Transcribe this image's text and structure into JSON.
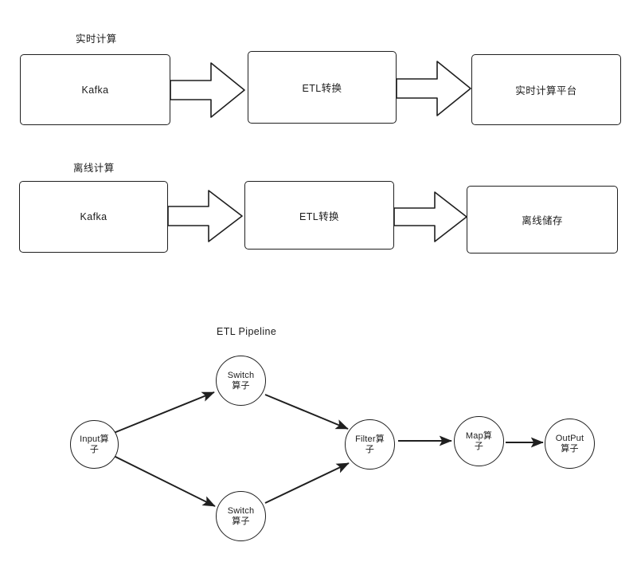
{
  "diagram": {
    "sections": [
      {
        "id": "realtime",
        "caption": "实时计算",
        "boxes": [
          {
            "label": "Kafka"
          },
          {
            "label": "ETL转换"
          },
          {
            "label": "实时计算平台"
          }
        ],
        "connector": "block-arrow-right"
      },
      {
        "id": "offline",
        "caption": "离线计算",
        "boxes": [
          {
            "label": "Kafka"
          },
          {
            "label": "ETL转换"
          },
          {
            "label": "离线储存"
          }
        ],
        "connector": "block-arrow-right"
      },
      {
        "id": "pipeline",
        "caption": "ETL Pipeline",
        "nodes": [
          {
            "id": "input",
            "line1": "Input算",
            "line2": "子"
          },
          {
            "id": "switch1",
            "line1": "Switch",
            "line2": "算子"
          },
          {
            "id": "switch2",
            "line1": "Switch",
            "line2": "算子"
          },
          {
            "id": "filter",
            "line1": "Filter算",
            "line2": "子"
          },
          {
            "id": "map",
            "line1": "Map算",
            "line2": "子"
          },
          {
            "id": "output",
            "line1": "OutPut",
            "line2": "算子"
          }
        ],
        "edges": [
          {
            "from": "input",
            "to": "switch1"
          },
          {
            "from": "input",
            "to": "switch2"
          },
          {
            "from": "switch1",
            "to": "filter"
          },
          {
            "from": "switch2",
            "to": "filter"
          },
          {
            "from": "filter",
            "to": "map"
          },
          {
            "from": "map",
            "to": "output"
          }
        ]
      }
    ],
    "colors": {
      "stroke": "#1f1f1f",
      "background": "#ffffff",
      "text": "#1c1c1c"
    }
  }
}
